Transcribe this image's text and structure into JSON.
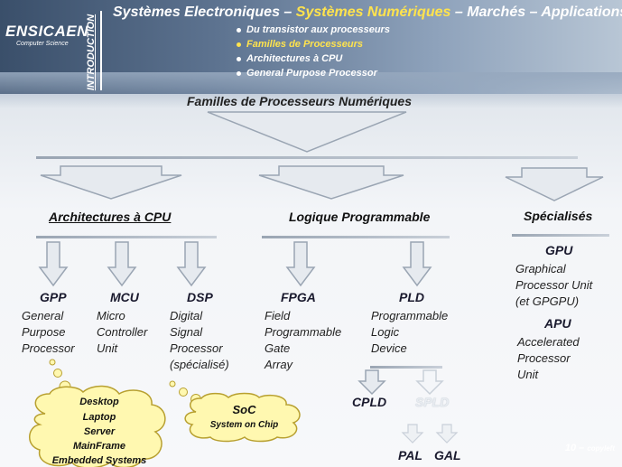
{
  "header": {
    "logo": "ENSICAEN",
    "logo_sub": "Computer Science",
    "section": "INTRODUCTION",
    "title_pre": "Systèmes Electroniques – ",
    "title_hl": "Systèmes Numériques",
    "title_post": " – Marchés – Applications",
    "menu": [
      "Du transistor aux processeurs",
      "Familles de Processeurs",
      "Architectures à CPU",
      "General Purpose Processor"
    ],
    "menu_active_index": 1
  },
  "diagram": {
    "title": "Familles de Processeurs Numériques",
    "categories": {
      "cpu": "Architectures à CPU",
      "pl": "Logique Programmable",
      "spec": "Spécialisés"
    },
    "gpp": {
      "name": "GPP",
      "desc1": "General",
      "desc2": "Purpose",
      "desc3": "Processor"
    },
    "mcu": {
      "name": "MCU",
      "desc1": "Micro",
      "desc2": "Controller",
      "desc3": "Unit"
    },
    "dsp": {
      "name": "DSP",
      "desc1": "Digital",
      "desc2": "Signal",
      "desc3": "Processor",
      "desc4": "(spécialisé)"
    },
    "fpga": {
      "name": "FPGA",
      "desc1": "Field",
      "desc2": "Programmable",
      "desc3": "Gate",
      "desc4": "Array"
    },
    "pld": {
      "name": "PLD",
      "desc1": "Programmable",
      "desc2": "Logic",
      "desc3": "Device"
    },
    "gpu": {
      "name": "GPU",
      "desc1": "Graphical",
      "desc2": "Processor Unit",
      "desc3": "(et GPGPU)"
    },
    "apu": {
      "name": "APU",
      "desc1": "Accelerated",
      "desc2": "Processor",
      "desc3": "Unit"
    },
    "cpld": "CPLD",
    "spld": "SPLD",
    "pal": "PAL",
    "gal": "GAL",
    "cloud": [
      "Desktop",
      "Laptop",
      "Server",
      "MainFrame",
      "Embedded Systems"
    ],
    "soc_title": "SoC",
    "soc_sub": "System on Chip"
  },
  "footer": {
    "page": "10",
    "sep": " – ",
    "tag": "copyleft"
  },
  "colors": {
    "header_dark": "#3a4f6a",
    "highlight": "#ffe34d",
    "arrow_fill": "#e6eaef",
    "cloud_fill": "#fff8b0",
    "cloud_stroke": "#b8a030"
  }
}
